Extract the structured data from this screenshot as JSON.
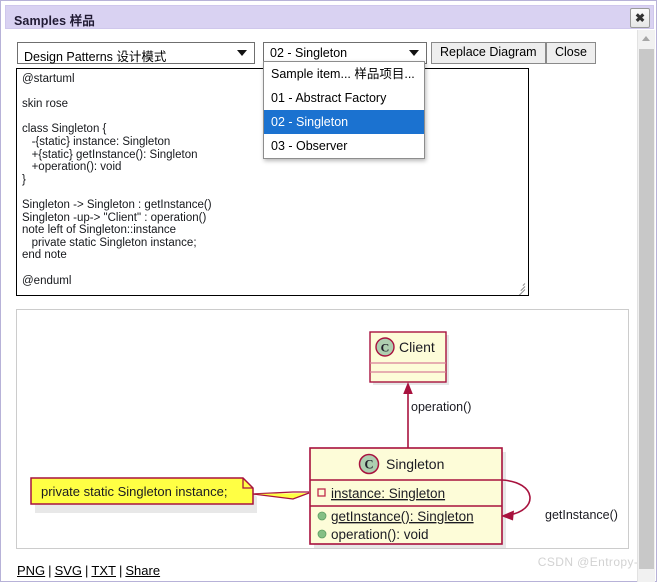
{
  "window": {
    "title": "Samples 样品",
    "close_icon": "close-x-icon"
  },
  "toolbar": {
    "category_select": {
      "value": "Design Patterns 设计模式",
      "caret_icon": "chevron-down-icon"
    },
    "sample_select": {
      "value": "02 - Singleton",
      "caret_icon": "chevron-down-icon"
    },
    "replace_button": "Replace Diagram",
    "close_button": "Close"
  },
  "dropdown": {
    "options": [
      {
        "label": "Sample item... 样品项目...",
        "selected": false
      },
      {
        "label": "01 - Abstract Factory",
        "selected": false
      },
      {
        "label": "02 - Singleton",
        "selected": true
      },
      {
        "label": "03 - Observer",
        "selected": false
      }
    ]
  },
  "editor": {
    "code": "@startuml\n\nskin rose\n\nclass Singleton {\n   -{static} instance: Singleton\n   +{static} getInstance(): Singleton\n   +operation(): void\n}\n\nSingleton -> Singleton : getInstance()\nSingleton -up-> \"Client\" : operation()\nnote left of Singleton::instance\n   private static Singleton instance;\nend note\n\n@enduml",
    "resize_handle": "resize-grip-icon"
  },
  "diagram": {
    "classes": [
      {
        "id": "client",
        "name": "Client",
        "stereotype_icon": "C",
        "attributes": [],
        "methods": []
      },
      {
        "id": "singleton",
        "name": "Singleton",
        "stereotype_icon": "C",
        "attributes": [
          {
            "text": "instance: Singleton",
            "visibility": "private",
            "marker": "square",
            "static": true
          }
        ],
        "methods": [
          {
            "text": "getInstance(): Singleton",
            "visibility": "public",
            "marker": "circle",
            "static": true
          },
          {
            "text": "operation(): void",
            "visibility": "public",
            "marker": "circle",
            "static": false
          }
        ]
      }
    ],
    "relations": [
      {
        "from": "singleton",
        "to": "client",
        "label": "operation()"
      },
      {
        "from": "singleton",
        "to": "singleton",
        "label": "getInstance()"
      }
    ],
    "note": {
      "text": "private static Singleton instance;",
      "attached_to": "singleton.instance"
    },
    "colors": {
      "class_fill": "#fdfcd8",
      "class_border": "#a8123e",
      "header_fill": "#fcf9d0",
      "arrow": "#a8123e",
      "note_fill": "#ffff44",
      "note_border": "#a8123e",
      "icon_fill": "#adceb0",
      "icon_border": "#a8123e",
      "member_marker_public": "#84bf84",
      "member_marker_private": "#c02a4a"
    }
  },
  "export": {
    "links": [
      "PNG",
      "SVG",
      "TXT",
      "Share"
    ],
    "separator": "|"
  },
  "watermark": {
    "text": "CSDN @Entropy-G"
  },
  "scrollbar": {
    "up_arrow_icon": "chevron-up-icon",
    "thumb": "scroll-thumb"
  }
}
